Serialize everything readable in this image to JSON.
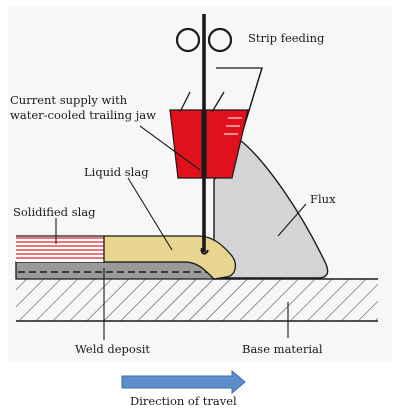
{
  "labels": {
    "strip_feeding": "Strip feeding",
    "current_supply": "Current supply with\nwater-cooled trailing jaw",
    "liquid_slag": "Liquid slag",
    "flux": "Flux",
    "solidified_slag": "Solidified slag",
    "weld_deposit": "Weld deposit",
    "base_material": "Base material",
    "direction_of_travel": "Direction of travel"
  },
  "colors": {
    "flux": "#d4d4d6",
    "liquid_slag": "#e8d690",
    "solidified_slag_stripes": "#e0202a",
    "contact_jaw": "#e0101c",
    "weld_deposit": "#9a9a9a",
    "direction_arrow": "#5b8ecb",
    "outline": "#1a1a1a"
  }
}
